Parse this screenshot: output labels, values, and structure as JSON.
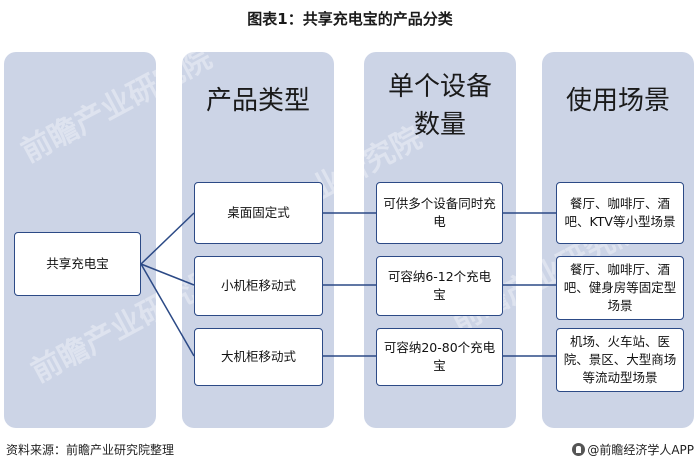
{
  "title": "图表1：共享充电宝的产品分类",
  "columns": {
    "product_type": "产品类型",
    "device_count_line1": "单个设备",
    "device_count_line2": "数量",
    "scenario": "使用场景"
  },
  "root": "共享充电宝",
  "rows": [
    {
      "type": "桌面固定式",
      "count": "可供多个设备同时充电",
      "scene": "餐厅、咖啡厅、酒吧、KTV等小型场景"
    },
    {
      "type": "小机柜移动式",
      "count": "可容纳6-12个充电宝",
      "scene": "餐厅、咖啡厅、酒吧、健身房等固定型场景"
    },
    {
      "type": "大机柜移动式",
      "count": "可容纳20-80个充电宝",
      "scene": "机场、火车站、医院、景区、大型商场等流动型场景"
    }
  ],
  "watermark": "前瞻产业研究院",
  "footer": {
    "source": "资料来源：前瞻产业研究院整理",
    "brand": "@前瞻经济学人APP"
  },
  "colors": {
    "column_background": "#ccd4e6",
    "box_border": "#2c4a86",
    "connector": "#2c4a86"
  }
}
